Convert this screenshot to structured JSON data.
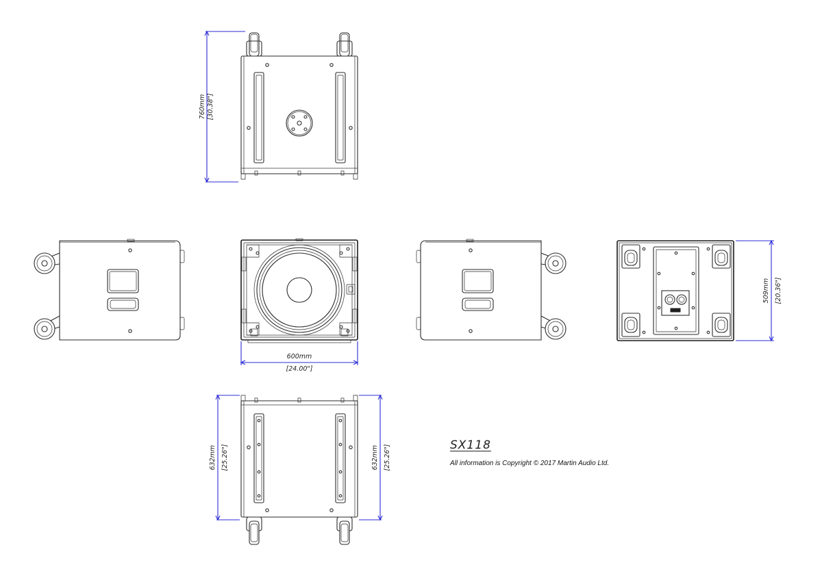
{
  "title": "SX118",
  "copyright": "All information is Copyright © 2017 Martin Audio Ltd.",
  "dimensions": {
    "top_depth_mm": "760mm",
    "top_depth_in": "[30.38\"]",
    "front_width_mm": "600mm",
    "front_width_in": "[24.00\"]",
    "rear_height_mm": "509mm",
    "rear_height_in": "[20.36\"]",
    "bottom_left_mm": "632mm",
    "bottom_left_in": "[25.26\"]",
    "bottom_right_mm": "632mm",
    "bottom_right_in": "[25.26\"]"
  },
  "views": [
    "top-view",
    "left-side-view",
    "front-view",
    "right-side-view",
    "rear-view",
    "bottom-view"
  ]
}
